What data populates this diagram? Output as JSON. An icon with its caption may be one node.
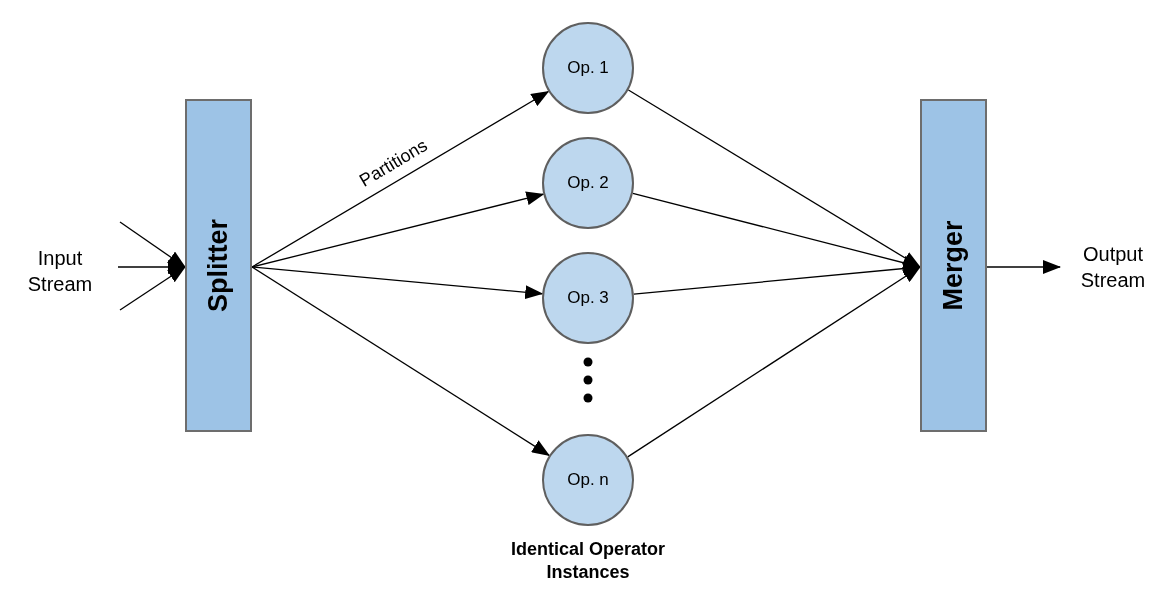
{
  "diagram": {
    "nodes": [
      {
        "text": [
          "Splitter"
        ]
      },
      {
        "text": [
          "Op. 1"
        ]
      },
      {
        "text": [
          "Op. 2"
        ]
      },
      {
        "text": [
          "Op. 3"
        ]
      },
      {
        "text": [
          "Op. n"
        ]
      },
      {
        "text": [
          "Merger"
        ]
      },
      {
        "text": [
          "Output Stream"
        ]
      }
    ],
    "edges": [
      {
        "from": null,
        "to": 0,
        "arrow": "to"
      },
      {
        "from": null,
        "to": 0,
        "arrow": "to"
      },
      {
        "from": null,
        "to": 0,
        "arrow": "to"
      },
      {
        "from": 0,
        "to": 1,
        "arrow": "to",
        "label": "Partitions"
      },
      {
        "from": 0,
        "to": 2,
        "arrow": "to"
      },
      {
        "from": 0,
        "to": 3,
        "arrow": "to"
      },
      {
        "from": 0,
        "to": 4,
        "arrow": "to"
      },
      {
        "from": 1,
        "to": 5,
        "arrow": "to"
      },
      {
        "from": 2,
        "to": 5,
        "arrow": "to"
      },
      {
        "from": 3,
        "to": 5,
        "arrow": "to"
      },
      {
        "from": 4,
        "to": 5,
        "arrow": "to"
      },
      {
        "from": 5,
        "to": 6,
        "arrow": "to"
      }
    ],
    "labels": [
      "Input Stream",
      "Identical Operator Instances"
    ]
  }
}
